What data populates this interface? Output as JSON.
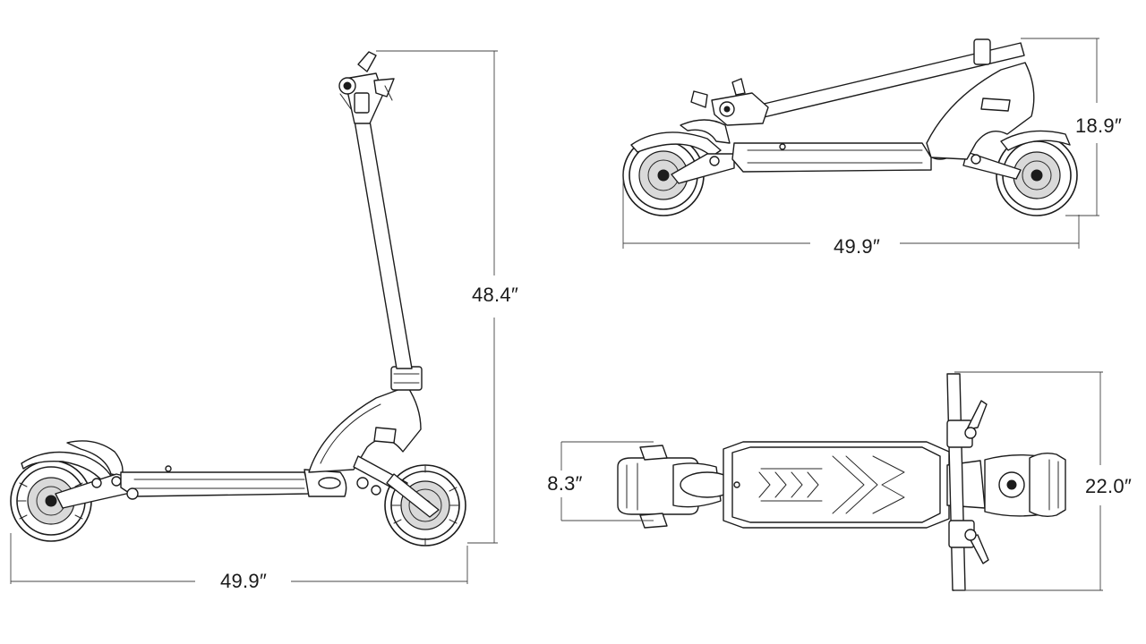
{
  "views": {
    "side": {
      "height_label": "48.4″",
      "length_label": "49.9″"
    },
    "folded": {
      "height_label": "18.9″",
      "length_label": "49.9″"
    },
    "top": {
      "deck_width_label": "8.3″",
      "handlebar_width_label": "22.0″"
    }
  }
}
